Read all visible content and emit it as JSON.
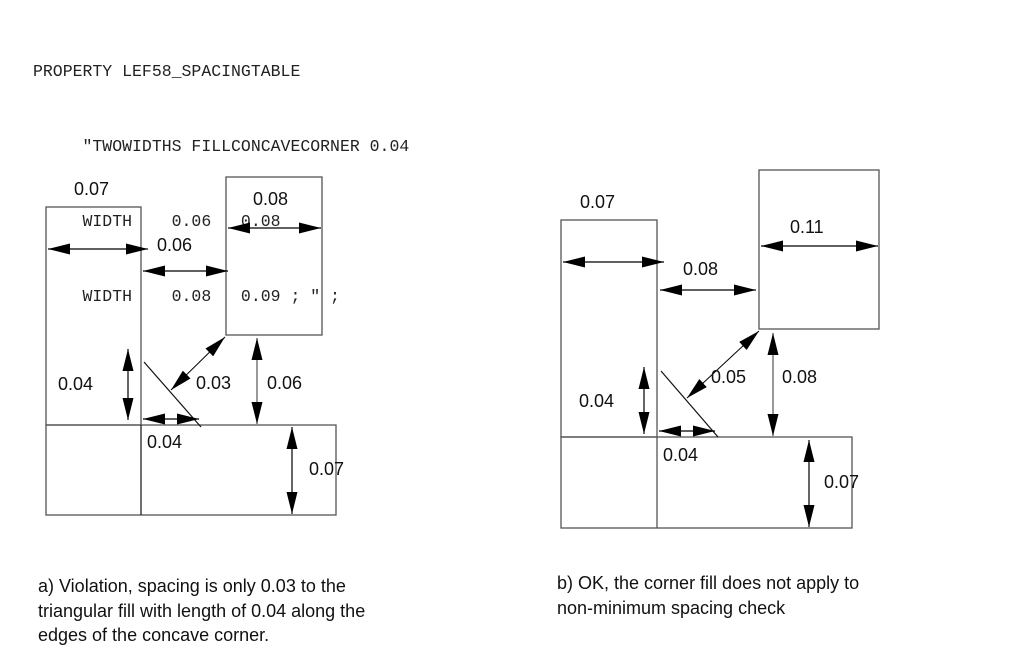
{
  "code": {
    "lines": [
      "PROPERTY LEF58_SPACINGTABLE",
      "     \"TWOWIDTHS FILLCONCAVECORNER 0.04",
      "     WIDTH    0.06   0.08",
      "     WIDTH    0.08   0.09 ; \" ;"
    ]
  },
  "diagram_a": {
    "left_width": "0.07",
    "left_spacing": "0.06",
    "right_width": "0.08",
    "fill_height": "0.04",
    "diag_spacing": "0.03",
    "vert_spacing": "0.06",
    "fill_length": "0.04",
    "bottom_height": "0.07",
    "caption": "a) Violation, spacing is only 0.03 to the\ntriangular fill with length of 0.04 along the\nedges of the concave corner."
  },
  "diagram_b": {
    "left_width": "0.07",
    "left_spacing": "0.08",
    "right_width": "0.11",
    "fill_height": "0.04",
    "diag_spacing": "0.05",
    "vert_spacing": "0.08",
    "fill_length": "0.04",
    "bottom_height": "0.07",
    "caption": "b) OK, the corner fill does not apply to\nnon-minimum spacing check"
  }
}
